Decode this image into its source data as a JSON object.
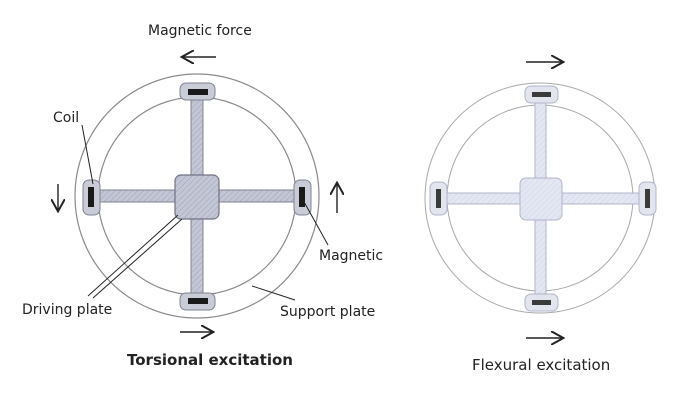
{
  "left_diagram": {
    "title_force": "Magnetic force",
    "label_coil": "Coil",
    "label_magnetic": "Magnetic",
    "label_driving_plate": "Driving plate",
    "label_support_plate": "Support plate",
    "caption": "Torsional excitation"
  },
  "right_diagram": {
    "caption": "Flexural excitation"
  },
  "colors": {
    "outline": "#8a8a8a",
    "beam_fill": "#b9bccc",
    "beam_fill_light": "#d7dbef",
    "pad_fill": "#c9cbd6",
    "magnet": "#1a1a1a",
    "text": "#222222"
  }
}
